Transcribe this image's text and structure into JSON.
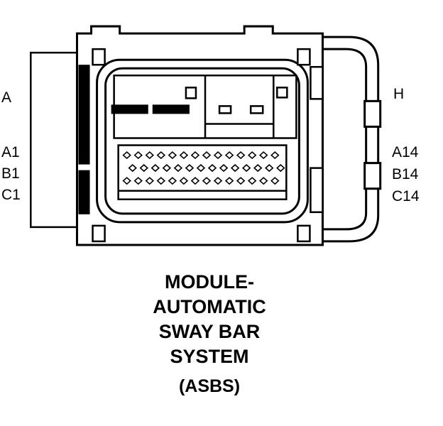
{
  "diagram": {
    "caption_lines": [
      "MODULE-",
      "AUTOMATIC",
      "SWAY BAR",
      "SYSTEM",
      "(ASBS)"
    ],
    "pin_labels": {
      "left": [
        "A",
        "A1",
        "B1",
        "C1"
      ],
      "right": [
        "H",
        "A14",
        "B14",
        "C14"
      ]
    },
    "pins": {
      "rows": [
        "A",
        "B",
        "C"
      ],
      "per_row": 14
    },
    "colors": {
      "line": "#000000",
      "background": "#ffffff"
    }
  }
}
